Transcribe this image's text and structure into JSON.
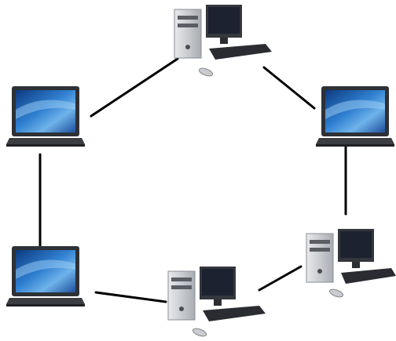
{
  "diagram": {
    "type": "ring-network-topology",
    "colors": {
      "background": "#ffffff",
      "link": "#000000",
      "laptop_screen": "#1f5fae",
      "laptop_body": "#2e3136",
      "monitor_screen": "#1c2230",
      "tower": "#c9ccd1",
      "keyboard": "#2a2c31"
    },
    "nodes": [
      {
        "id": "top-desktop",
        "device": "desktop",
        "icon": "desktop-computer-icon"
      },
      {
        "id": "right-laptop",
        "device": "laptop",
        "icon": "laptop-icon"
      },
      {
        "id": "bottom-right-desktop",
        "device": "desktop",
        "icon": "desktop-computer-icon"
      },
      {
        "id": "bottom-desktop",
        "device": "desktop",
        "icon": "desktop-computer-icon"
      },
      {
        "id": "bottom-left-laptop",
        "device": "laptop",
        "icon": "laptop-icon"
      },
      {
        "id": "left-laptop",
        "device": "laptop",
        "icon": "laptop-icon"
      }
    ],
    "links": [
      [
        "top-desktop",
        "right-laptop"
      ],
      [
        "right-laptop",
        "bottom-right-desktop"
      ],
      [
        "bottom-right-desktop",
        "bottom-desktop"
      ],
      [
        "bottom-desktop",
        "bottom-left-laptop"
      ],
      [
        "bottom-left-laptop",
        "left-laptop"
      ],
      [
        "left-laptop",
        "top-desktop"
      ]
    ]
  }
}
